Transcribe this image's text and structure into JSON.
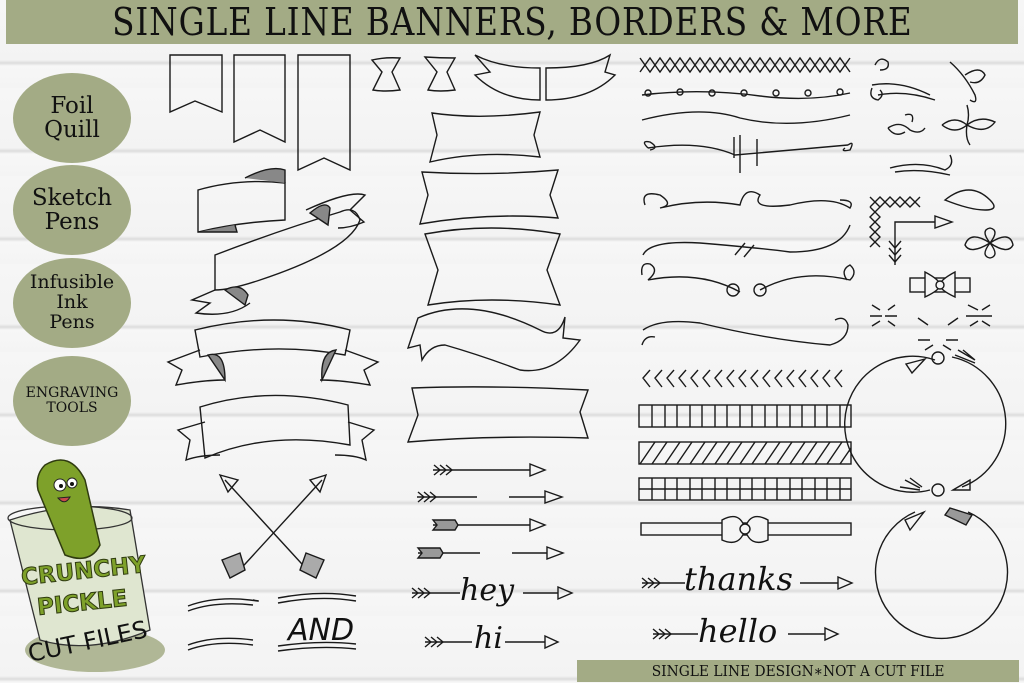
{
  "header": {
    "title": "SINGLE LINE BANNERS, BORDERS & MORE"
  },
  "tools": [
    {
      "lines": [
        "Foil",
        "Quill"
      ]
    },
    {
      "lines": [
        "Sketch",
        "Pens"
      ]
    },
    {
      "lines": [
        "Infusible",
        "Ink",
        "Pens"
      ]
    },
    {
      "lines": [
        "ENGRAVING",
        "TOOLS"
      ]
    }
  ],
  "logo": {
    "line1": "CRUNCHY",
    "line2": "PICKLE",
    "line3": "CUT FILES"
  },
  "word_arrows": [
    "hey",
    "hi",
    "thanks",
    "hello"
  ],
  "divider_word": "AND",
  "footer": {
    "note": "SINGLE LINE DESIGN∗NOT A CUT FILE"
  },
  "colors": {
    "accent": "#a3ab85",
    "ink": "#111111",
    "pickle": "#7ea12a"
  }
}
